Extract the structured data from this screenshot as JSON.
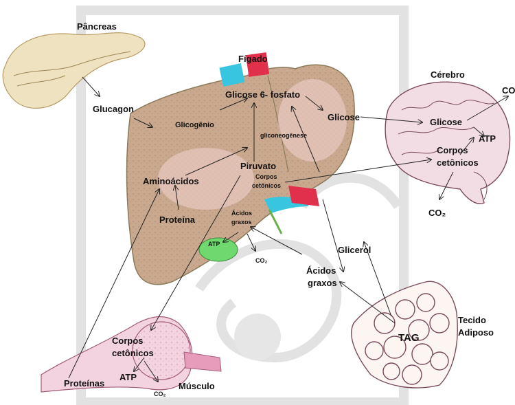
{
  "labels": {
    "pancreas": "Pâncreas",
    "glucagon": "Glucagon",
    "figado": "Fígado",
    "glicose6p": "Glicose 6- fosfato",
    "glicogenio": "Glicogênio",
    "glicose_figado": "Glicose",
    "gliconeogenese": "gliconeogênese",
    "piruvato": "Piruvato",
    "corpos_figado_1": "Corpos",
    "corpos_figado_2": "cetônicos",
    "aminoacidos": "Aminoácidos",
    "proteina": "Proteína",
    "acidos_graxos_figado_1": "Ácidos",
    "acidos_graxos_figado_2": "graxos",
    "atp_figado": "ATP",
    "co2_figado": "CO₂",
    "cerebro": "Cérebro",
    "glicose_cerebro": "Glicose",
    "co_cerebro": "CO",
    "atp_cerebro": "ATP",
    "corpos_cerebro_1": "Corpos",
    "corpos_cerebro_2": "cetônicos",
    "co2_cerebro": "CO₂",
    "glicerol": "Glicerol",
    "acidos_graxos_1": "Ácidos",
    "acidos_graxos_2": "graxos",
    "tag": "TAG",
    "tecido_1": "Tecido",
    "tecido_2": "Adiposo",
    "corpos_musculo_1": "Corpos",
    "corpos_musculo_2": "cetônicos",
    "proteinas": "Proteínas",
    "atp_musculo": "ATP",
    "co2_musculo": "CO₂",
    "musculo": "Músculo"
  },
  "colors": {
    "liver": "#c9a98d",
    "liver_light": "#f0d4d4",
    "pancreas": "#efe2c0",
    "brain": "#f2dde4",
    "brain_stroke": "#7a4a5c",
    "muscle": "#f3d3df",
    "adipose_stroke": "#7a4a5c",
    "watermark": "#dcdcdc",
    "vessel_blue": "#38c5e0",
    "vessel_red": "#e0304c",
    "gallbladder": "#6fd86f"
  }
}
